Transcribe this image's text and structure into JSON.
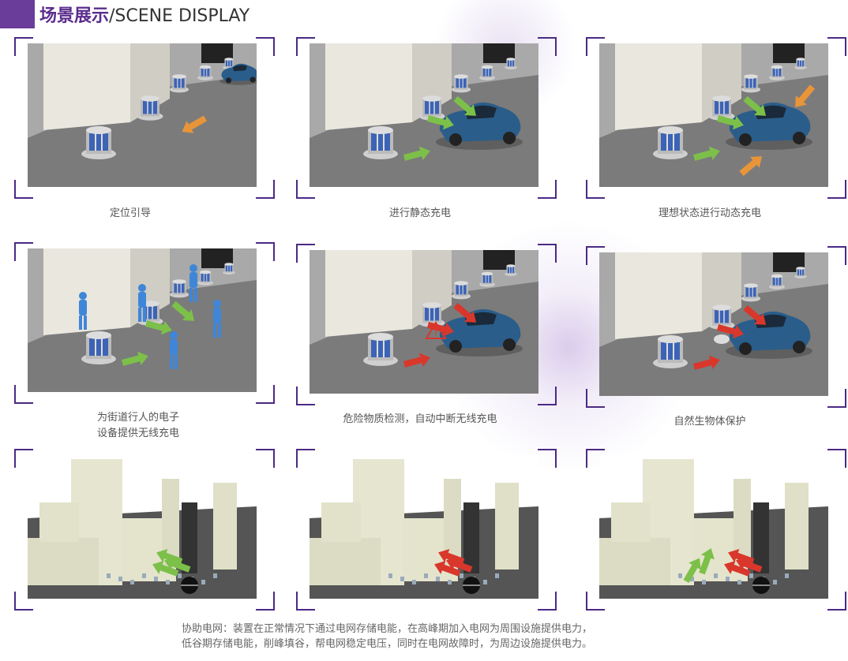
{
  "header": {
    "title_cn": "场景展示",
    "title_en": "/SCENE DISPLAY"
  },
  "panels": [
    {
      "caption": "定位引导",
      "scene": "street",
      "arrows": "orange"
    },
    {
      "caption": "进行静态充电",
      "scene": "street-car",
      "arrows": "green"
    },
    {
      "caption": "理想状态进行动态充电",
      "scene": "street-car",
      "arrows": "green-orange"
    },
    {
      "caption_line1": "为街道行人的电子",
      "caption_line2": "设备提供无线充电",
      "scene": "street-people",
      "arrows": "green"
    },
    {
      "caption": "危险物质检测，自动中断无线充电",
      "scene": "street-car",
      "arrows": "red"
    },
    {
      "caption": "自然生物体保护",
      "scene": "street-car",
      "arrows": "red"
    },
    {
      "scene": "city",
      "arrows": "green"
    },
    {
      "scene": "city",
      "arrows": "red"
    },
    {
      "scene": "city",
      "arrows": "red-green"
    }
  ],
  "footer": {
    "line1": "协助电网：装置在正常情况下通过电网存储电能，在高峰期加入电网为周围设施提供电力，",
    "line2": "低谷期存储电能，削峰填谷，帮电网稳定电压，同时在电网故障时，为周边设施提供电力。"
  },
  "colors": {
    "accent": "#5b2d8e",
    "bracket": "#4b2a85",
    "green": "#7cc04a",
    "orange": "#e8953a",
    "red": "#d9372b",
    "car": "#2a5d8a"
  }
}
